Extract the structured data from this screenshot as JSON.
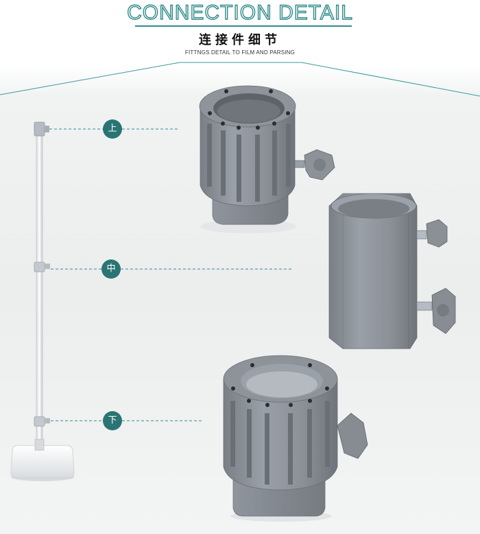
{
  "header": {
    "title": "CONNECTION DETAIL",
    "subtitle_cn": "连接件细节",
    "subtitle_en": "FITTNGS DETAIL TO FILM AND PARSING"
  },
  "markers": {
    "top": "上",
    "middle": "中",
    "bottom": "下"
  },
  "colors": {
    "accent": "#2e8a8a",
    "marker": "#2a7574",
    "part_gray": "#8c9096"
  }
}
